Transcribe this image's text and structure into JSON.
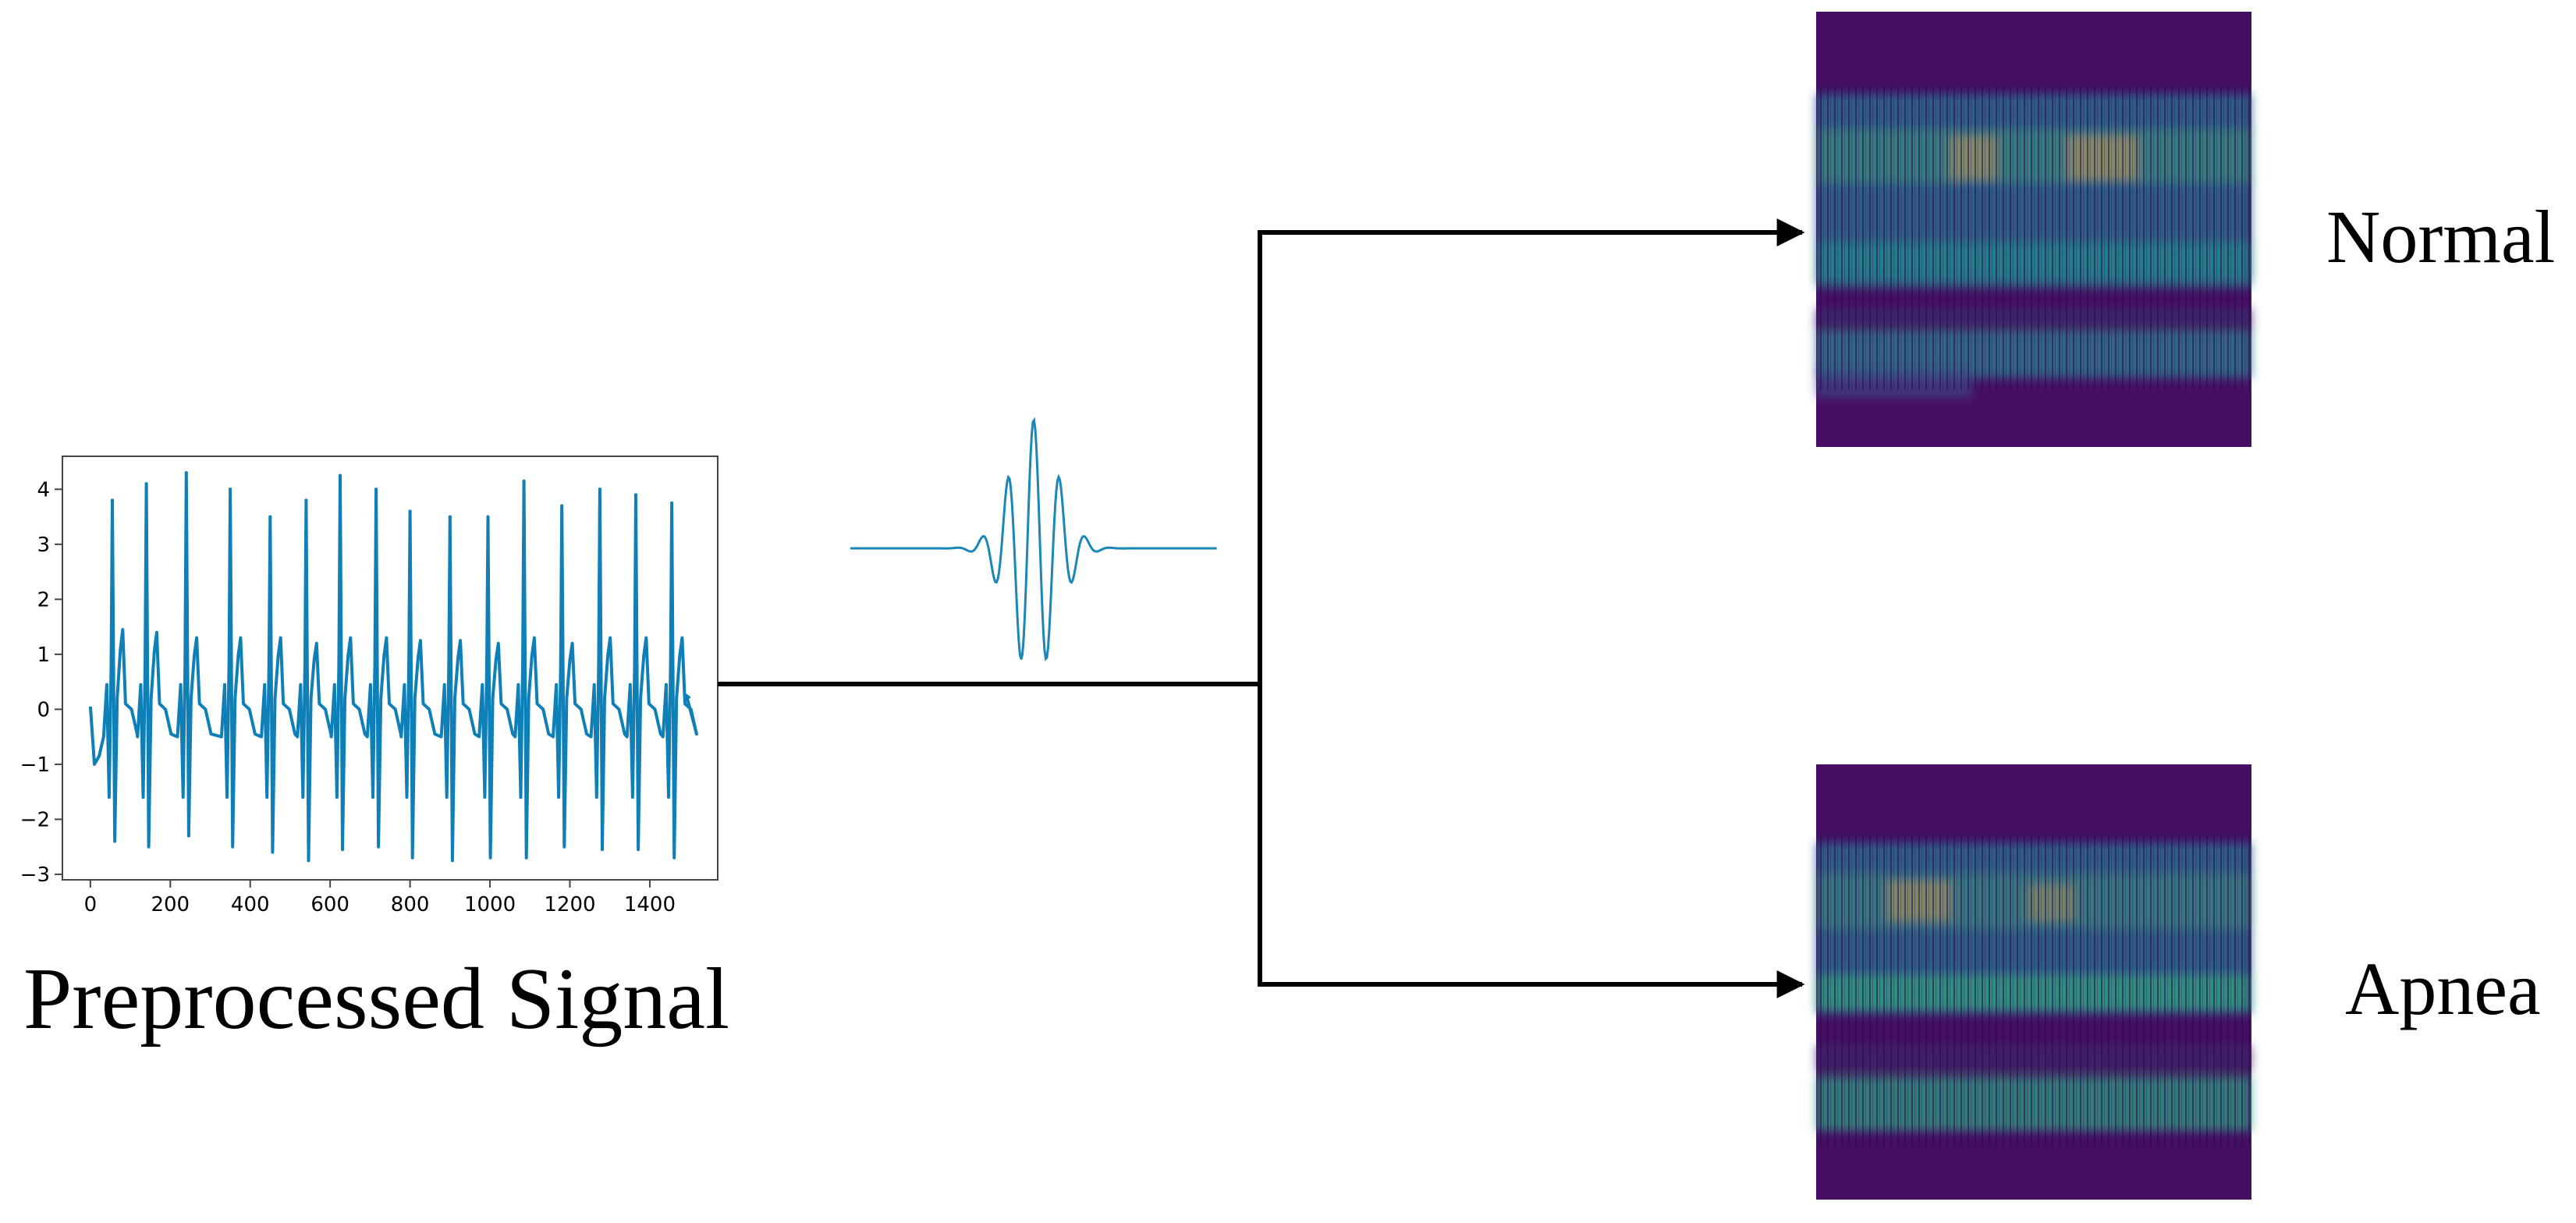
{
  "labels": {
    "signal_caption": "Preprocessed Signal",
    "class_normal": "Normal",
    "class_apnea": "Apnea"
  },
  "colors": {
    "signal_line": "#0f7fb8",
    "wavelet_line": "#1b86b8",
    "connector": "#000000",
    "scalogram_bg": "#470e63",
    "scalogram_mid": "#2d6e8e",
    "scalogram_high": "#35b779",
    "scalogram_peak": "#c9a150"
  },
  "icons": {
    "wavelet": "morlet-wavelet-icon",
    "scalogram_normal": "scalogram-image",
    "scalogram_apnea": "scalogram-image"
  },
  "chart_data": {
    "type": "line",
    "title": "",
    "xlabel": "",
    "ylabel": "",
    "xlim": [
      -70,
      1570
    ],
    "ylim": [
      -3.1,
      4.6
    ],
    "x_ticks": [
      0,
      200,
      400,
      600,
      800,
      1000,
      1200,
      1400
    ],
    "y_ticks": [
      -3,
      -2,
      -1,
      0,
      1,
      2,
      3,
      4
    ],
    "x_tick_labels": [
      "0",
      "200",
      "400",
      "600",
      "800",
      "1000",
      "1200",
      "1400"
    ],
    "y_tick_labels": [
      "−3",
      "−2",
      "−1",
      "0",
      "1",
      "2",
      "3",
      "4"
    ],
    "grid": false,
    "series": [
      {
        "r_peak_x": [
          55,
          140,
          240,
          350,
          450,
          540,
          625,
          715,
          800,
          900,
          995,
          1085,
          1180,
          1275,
          1365,
          1455
        ],
        "r_peak_y": [
          3.8,
          4.1,
          4.3,
          4.0,
          3.5,
          3.8,
          4.25,
          4.0,
          3.6,
          3.5,
          3.5,
          4.15,
          3.7,
          4.0,
          3.9,
          3.75
        ],
        "s_trough_y": [
          -2.4,
          -2.5,
          -2.3,
          -2.5,
          -2.6,
          -2.75,
          -2.55,
          -2.5,
          -2.7,
          -2.75,
          -2.7,
          -2.7,
          -2.5,
          -2.55,
          -2.55,
          -2.7
        ],
        "t_wave_y": [
          1.45,
          1.4,
          1.3,
          1.3,
          1.3,
          1.2,
          1.3,
          1.3,
          1.25,
          1.25,
          1.2,
          1.3,
          1.2,
          1.3,
          1.3,
          1.3
        ],
        "start": {
          "x": 0,
          "y": 0.05
        },
        "end": {
          "x": 1500,
          "y": 0.2
        }
      }
    ]
  }
}
